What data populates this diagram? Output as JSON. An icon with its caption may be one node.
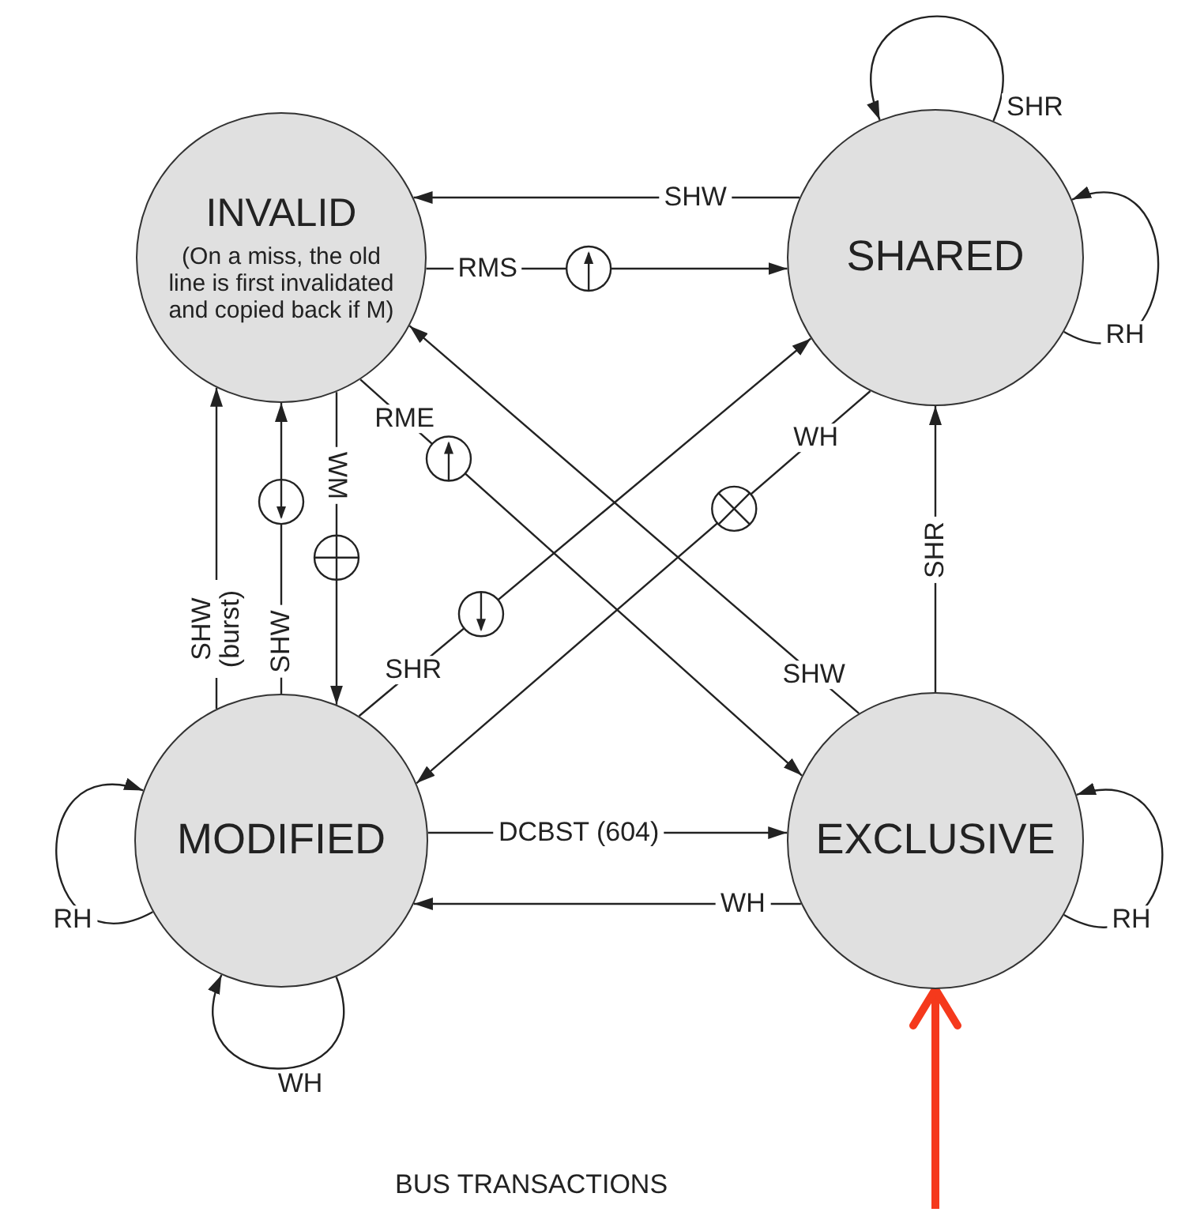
{
  "diagram": {
    "nodes": [
      {
        "text": [
          "INVALID",
          "(On a miss, the old line is first invalidated and copied back if M)"
        ]
      },
      {
        "text": [
          "SHARED"
        ]
      },
      {
        "text": [
          "MODIFIED"
        ]
      },
      {
        "text": [
          "EXCLUSIVE"
        ]
      }
    ],
    "edges": [
      {
        "from": 1,
        "to": 0,
        "arrow": "to",
        "label": "SHW"
      },
      {
        "from": 0,
        "to": 1,
        "arrow": "to",
        "label": "RMS"
      },
      {
        "from": 3,
        "to": 0,
        "arrow": "to",
        "label": "SHW"
      },
      {
        "from": 0,
        "to": 3,
        "arrow": "to",
        "label": "RME"
      },
      {
        "from": 2,
        "to": 1,
        "arrow": "to",
        "label": "SHR"
      },
      {
        "from": 1,
        "to": 2,
        "arrow": "to",
        "label": "WH"
      },
      {
        "from": 2,
        "to": 0,
        "arrow": "to",
        "label": "SHW (burst)"
      },
      {
        "from": 2,
        "to": 0,
        "arrow": "to",
        "label": "SHW"
      },
      {
        "from": 0,
        "to": 2,
        "arrow": "to",
        "label": "WM"
      },
      {
        "from": 2,
        "to": 3,
        "arrow": "to",
        "label": "DCBST (604)"
      },
      {
        "from": 3,
        "to": 2,
        "arrow": "to",
        "label": "WH"
      },
      {
        "from": 3,
        "to": 1,
        "arrow": "to",
        "label": "SHR"
      },
      {
        "from": 1,
        "to": 1,
        "arrow": "to",
        "label": "SHR"
      },
      {
        "from": 1,
        "to": 1,
        "arrow": "to",
        "label": "RH"
      },
      {
        "from": 2,
        "to": 2,
        "arrow": "to",
        "label": "RH"
      },
      {
        "from": 2,
        "to": 2,
        "arrow": "to",
        "label": "WH"
      },
      {
        "from": 3,
        "to": 3,
        "arrow": "to",
        "label": "RH"
      },
      {
        "from": null,
        "to": 3,
        "arrow": "to",
        "style": "thick",
        "color": "#f5391c"
      }
    ],
    "labels": [
      "BUS TRANSACTIONS"
    ]
  }
}
